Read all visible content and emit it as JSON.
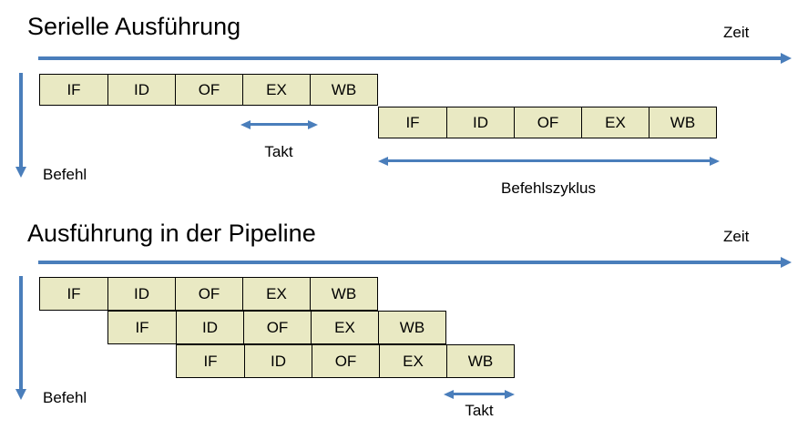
{
  "colors": {
    "box_fill": "#e9e9c3",
    "box_border": "#000000",
    "arrow_blue": "#4a7ebb",
    "text": "#000000",
    "background": "#ffffff"
  },
  "serial": {
    "title": "Serielle Ausführung",
    "time_axis_label": "Zeit",
    "instruction_axis_label": "Befehl",
    "rows": [
      {
        "stages": [
          "IF",
          "ID",
          "OF",
          "EX",
          "WB"
        ]
      },
      {
        "stages": [
          "IF",
          "ID",
          "OF",
          "EX",
          "WB"
        ]
      }
    ],
    "clock_label": "Takt",
    "cycle_label": "Befehlszyklus"
  },
  "pipeline": {
    "title": "Ausführung in der Pipeline",
    "time_axis_label": "Zeit",
    "instruction_axis_label": "Befehl",
    "rows": [
      {
        "stages": [
          "IF",
          "ID",
          "OF",
          "EX",
          "WB"
        ]
      },
      {
        "stages": [
          "IF",
          "ID",
          "OF",
          "EX",
          "WB"
        ]
      },
      {
        "stages": [
          "IF",
          "ID",
          "OF",
          "EX",
          "WB"
        ]
      }
    ],
    "clock_label": "Takt"
  }
}
